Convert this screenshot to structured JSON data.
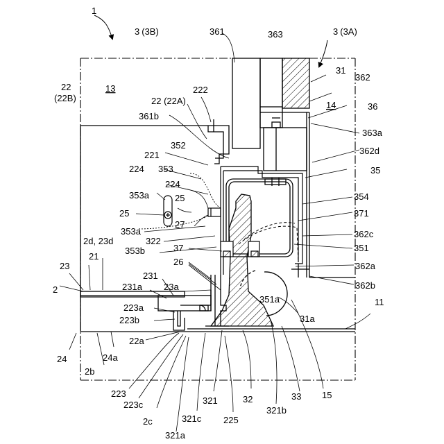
{
  "labels": {
    "fig_number": "1",
    "l_3_3B_main": "3",
    "l_3_3B_sub": "(3B)",
    "l_361": "361",
    "l_363": "363",
    "l_3_3A_main": "3",
    "l_3_3A_sub": "(3A)",
    "l_31": "31",
    "l_362": "362",
    "l_22_main": "22",
    "l_22_sub": "(22B)",
    "l_13": "13",
    "l_222": "222",
    "l_22A": "22 (22A)",
    "l_14": "14",
    "l_36": "36",
    "l_361b": "361b",
    "l_363a": "363a",
    "l_352": "352",
    "l_362d": "362d",
    "l_221": "221",
    "l_353": "353",
    "l_35": "35",
    "l_224_left": "224",
    "l_224_right": "224",
    "l_353a_top": "353a",
    "l_354": "354",
    "l_25_top": "25",
    "l_25_left": "25",
    "l_27": "27",
    "l_371": "371",
    "l_353a_bottom": "353a",
    "l_322": "322",
    "l_362c": "362c",
    "l_2d23d": "2d, 23d",
    "l_353b": "353b",
    "l_37": "37",
    "l_351": "351",
    "l_21": "21",
    "l_23": "23",
    "l_26": "26",
    "l_231": "231",
    "l_362a": "362a",
    "l_2": "2",
    "l_231a": "231a",
    "l_23a": "23a",
    "l_362b": "362b",
    "l_223a": "223a",
    "l_351a": "351a",
    "l_11": "11",
    "l_223b": "223b",
    "l_31a": "31a",
    "l_22a": "22a",
    "l_24": "24",
    "l_24a": "24a",
    "l_2b": "2b",
    "l_223": "223",
    "l_223c": "223c",
    "l_321": "321",
    "l_32": "32",
    "l_33": "33",
    "l_15": "15",
    "l_2c": "2c",
    "l_321c": "321c",
    "l_225": "225",
    "l_321b": "321b",
    "l_321a": "321a"
  }
}
